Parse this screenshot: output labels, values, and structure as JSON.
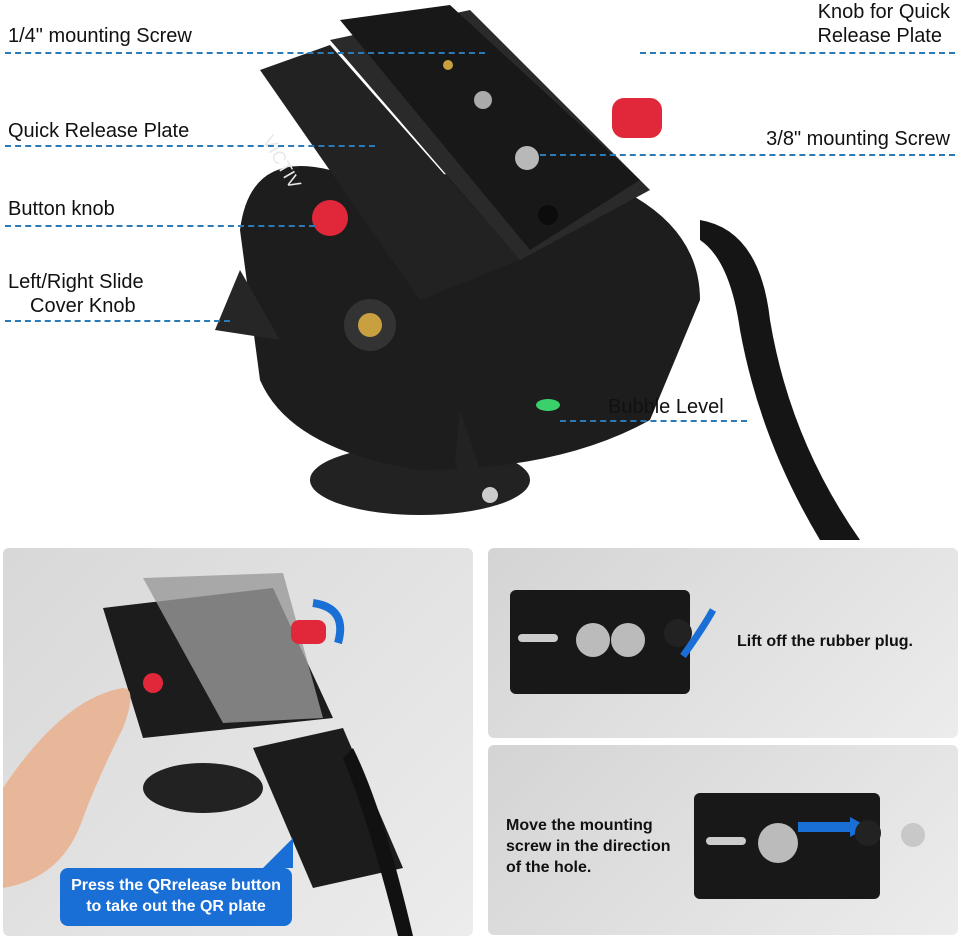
{
  "brand": "VICTIV",
  "callouts": {
    "quarter_screw": "1/4\" mounting Screw",
    "knob_qr_line1": "Knob for Quick",
    "knob_qr_line2": "Release Plate",
    "qr_plate": "Quick Release Plate",
    "three_eighth_screw": "3/8\" mounting Screw",
    "button_knob": "Button knob",
    "slide_knob_line1": "Left/Right Slide",
    "slide_knob_line2": "Cover Knob",
    "bubble_level": "Bubble Level"
  },
  "steps": {
    "press_line1": "Press the QRrelease button",
    "press_line2": "to take out the QR plate",
    "lift": "Lift off the rubber plug.",
    "move_line1": "Move the mounting",
    "move_line2": "screw in the direction",
    "move_line3": "of the hole."
  },
  "colors": {
    "accent": "#1a6fd6",
    "line": "#2a7ab8",
    "knob": "#e0283a"
  }
}
